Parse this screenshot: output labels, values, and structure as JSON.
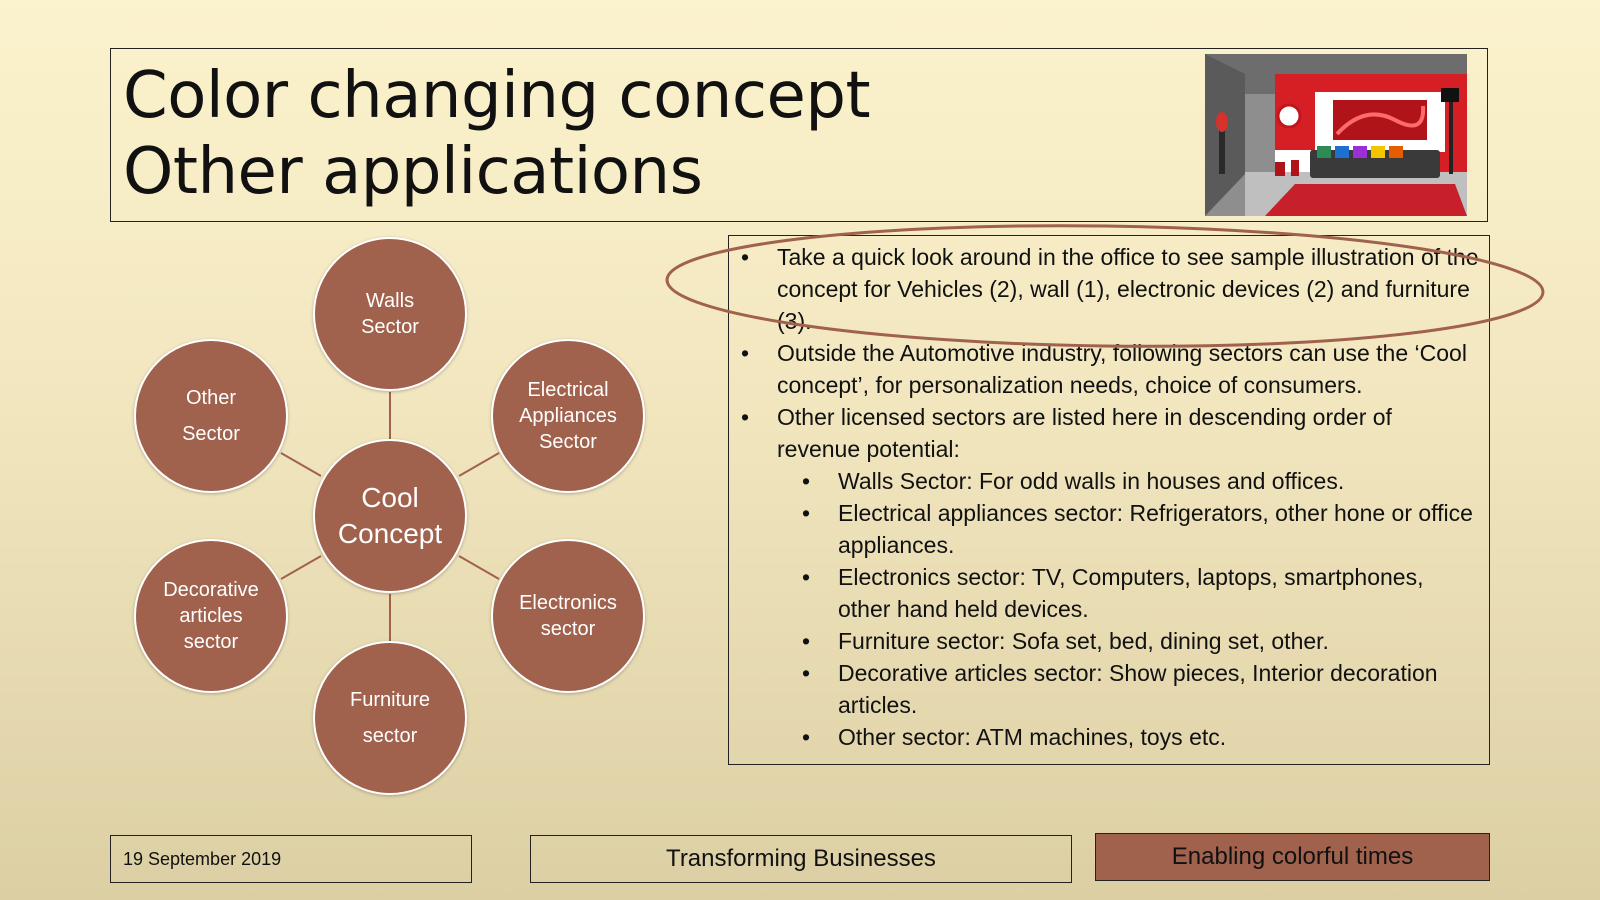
{
  "title": {
    "line1": "Color changing concept",
    "line2": "Other applications"
  },
  "image": {
    "icon": "living-room-photo"
  },
  "diagram": {
    "center": "Cool\nConcept",
    "nodes": {
      "walls": "Walls\nSector",
      "electrical": "Electrical\nAppliances\nSector",
      "electronics": "Electronics\nsector",
      "furniture": "Furniture\nsector",
      "decorative": "Decorative\narticles\nsector",
      "other": "Other\nSector"
    },
    "node_color": "#a0614d"
  },
  "bullets": {
    "items": [
      "Take a quick look around in the office to see sample illustration of the concept for Vehicles (2), wall (1), electronic devices (2) and furniture (3).",
      "Outside the Automotive industry, following sectors can use the ‘Cool concept’, for personalization needs, choice of consumers.",
      "Other licensed sectors are listed here in descending order of revenue potential:"
    ],
    "subitems": [
      "Walls Sector: For odd walls in houses and offices.",
      "Electrical appliances sector: Refrigerators, other hone or office appliances.",
      "Electronics sector: TV, Computers, laptops, smartphones, other hand held devices.",
      "Furniture sector: Sofa set, bed, dining set, other.",
      "Decorative articles sector: Show pieces, Interior decoration articles.",
      "Other sector: ATM machines, toys etc."
    ],
    "highlight_color": "#a0614d"
  },
  "footer": {
    "date": "19 September 2019",
    "center": "Transforming Businesses",
    "right": "Enabling colorful times",
    "right_color": "#a0614d"
  }
}
